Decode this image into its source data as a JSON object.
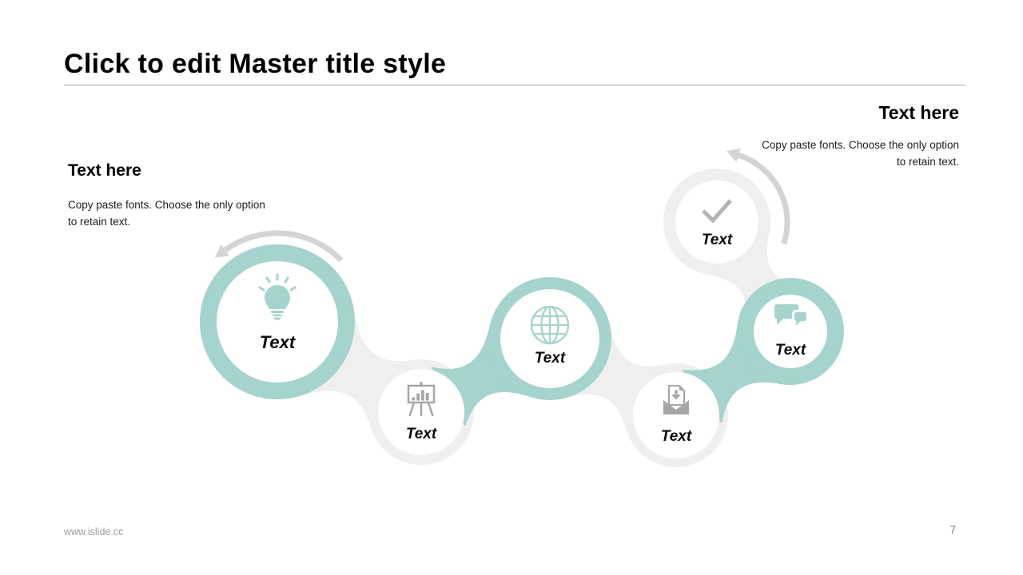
{
  "slide": {
    "title": "Click to edit Master title style",
    "footer_url": "www.islide.cc",
    "page_number": "7"
  },
  "textblocks": {
    "left": {
      "heading": "Text here",
      "body_line1": "Copy paste fonts. Choose the only option",
      "body_line2": "to retain text."
    },
    "right": {
      "heading": "Text here",
      "body_line1": "Copy paste fonts. Choose the only option",
      "body_line2": "to retain text."
    }
  },
  "diagram": {
    "nodes": [
      {
        "label": "Text",
        "icon": "lightbulb-icon",
        "variant": "teal"
      },
      {
        "label": "Text",
        "icon": "presentation-chart-icon",
        "variant": "gray"
      },
      {
        "label": "Text",
        "icon": "globe-icon",
        "variant": "teal"
      },
      {
        "label": "Text",
        "icon": "open-envelope-icon",
        "variant": "gray"
      },
      {
        "label": "Text",
        "icon": "checkmark-icon",
        "variant": "gray"
      },
      {
        "label": "Text",
        "icon": "chat-bubbles-icon",
        "variant": "teal"
      }
    ],
    "arrows": [
      {
        "name": "rotate-arrow-top-left-icon"
      },
      {
        "name": "rotate-arrow-top-right-icon"
      }
    ]
  },
  "colors": {
    "accent_teal": "#a5d3cd",
    "ring_gray": "#efefef",
    "icon_gray": "#a6a6a6",
    "check_gray": "#b3b3b3",
    "arrow_gray": "#d4d4d4",
    "white": "#ffffff"
  }
}
